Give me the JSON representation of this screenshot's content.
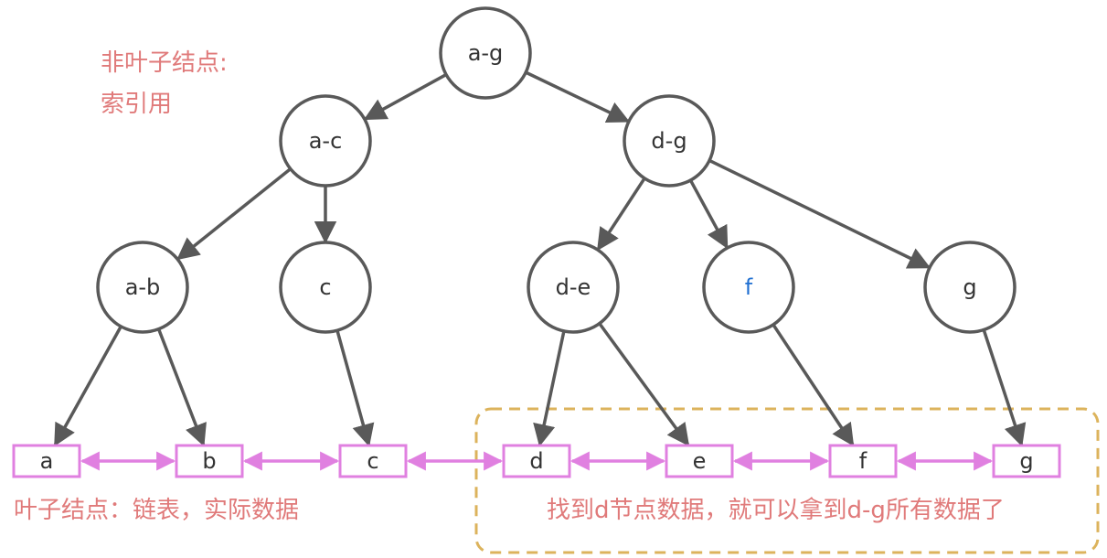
{
  "annotations": {
    "non_leaf_title": "非叶子结点:",
    "non_leaf_desc": "索引用",
    "leaf_desc": "叶子结点：链表，实际数据",
    "range_note": "找到d节点数据，就可以拿到d-g所有数据了"
  },
  "colors": {
    "node_stroke": "#595959",
    "edge": "#595959",
    "leaf_stroke": "#e080e0",
    "link_arrow": "#e080e0",
    "highlight_box": "#dcb35c",
    "text": "#333333",
    "accent_text": "#1f6fd1",
    "annotation": "#e07a7a"
  },
  "tree": {
    "nodes": [
      {
        "id": "ag",
        "label": "a-g"
      },
      {
        "id": "ac",
        "label": "a-c"
      },
      {
        "id": "dg",
        "label": "d-g"
      },
      {
        "id": "ab",
        "label": "a-b"
      },
      {
        "id": "c",
        "label": "c"
      },
      {
        "id": "de",
        "label": "d-e"
      },
      {
        "id": "f",
        "label": "f",
        "accent": true
      },
      {
        "id": "g",
        "label": "g"
      }
    ],
    "leaves": [
      {
        "id": "La",
        "label": "a"
      },
      {
        "id": "Lb",
        "label": "b"
      },
      {
        "id": "Lc",
        "label": "c"
      },
      {
        "id": "Ld",
        "label": "d"
      },
      {
        "id": "Le",
        "label": "e"
      },
      {
        "id": "Lf",
        "label": "f"
      },
      {
        "id": "Lg",
        "label": "g"
      }
    ]
  }
}
